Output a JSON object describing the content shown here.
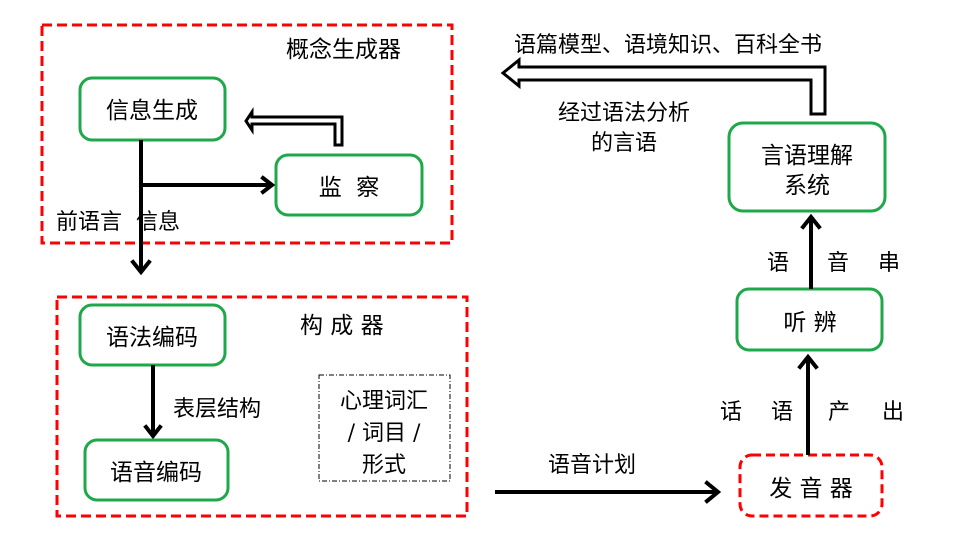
{
  "colors": {
    "group_border": "#ff0000",
    "node_border": "#1fa84a",
    "arrow": "#000000",
    "text": "#000000",
    "background": "#ffffff"
  },
  "groups": {
    "conceptualizer": {
      "title": "概念生成器"
    },
    "formulator": {
      "title": "构 成 器"
    },
    "lexicon": {
      "line1": "心理词汇",
      "line2": "/ 词目 /",
      "line3": "形式"
    }
  },
  "nodes": {
    "message_generation": "信息生成",
    "monitoring": "监  察",
    "grammatical_encoding": "语法编码",
    "phonological_encoding": "语音编码",
    "articulator": "发 音 器",
    "audition": "听 辨",
    "speech_comprehension": {
      "line1": "言语理解",
      "line2": "系统"
    }
  },
  "edge_labels": {
    "preverbal_message": "前语言  信息",
    "surface_structure": "表层结构",
    "phonetic_plan": "语音计划",
    "overt_speech": [
      "话",
      "语",
      "产",
      "出"
    ],
    "phonetic_string": [
      "语",
      "音",
      "串"
    ],
    "parsed_speech": {
      "line1": "经过语法分析",
      "line2": "的言语"
    },
    "knowledge": "语篇模型、语境知识、百科全书"
  }
}
